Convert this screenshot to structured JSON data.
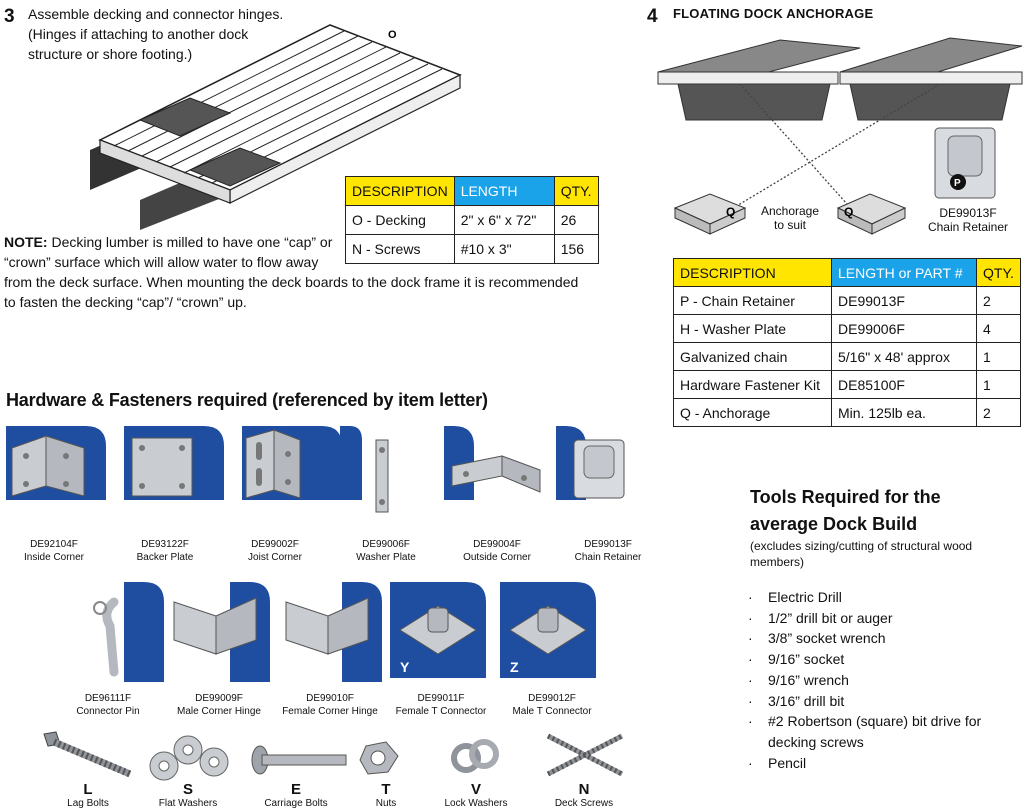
{
  "step3": {
    "number": "3",
    "text_lines": [
      "Assemble decking and connector hinges.",
      "(Hinges if attaching to another dock",
      "structure or shore footing.)"
    ],
    "callout": "O",
    "table": {
      "headers": [
        "DESCRIPTION",
        "LENGTH",
        "QTY."
      ],
      "rows": [
        [
          "O - Decking",
          "2\" x 6\" x 72\"",
          "26"
        ],
        [
          "N - Screws",
          "#10 x 3\"",
          "156"
        ]
      ]
    },
    "note": {
      "label": "NOTE:",
      "line1": "Decking lumber is milled to have one “cap” or",
      "line2": "“crown” surface which will allow water to flow away",
      "line3": "from the deck surface. When mounting the deck boards to the dock frame it is recommended",
      "line4": "to fasten the decking “cap”/ “crown” up."
    }
  },
  "step4": {
    "number": "4",
    "title": "FLOATING DOCK ANCHORAGE",
    "anchorage_label": [
      "Anchorage",
      "to suit"
    ],
    "retainer_label": [
      "DE99013F",
      "Chain Retainer"
    ],
    "callout_p": "P",
    "callout_q": "Q",
    "table": {
      "headers": [
        "DESCRIPTION",
        "LENGTH or PART #",
        "QTY."
      ],
      "rows": [
        [
          "P - Chain Retainer",
          "DE99013F",
          "2"
        ],
        [
          "H - Washer Plate",
          "DE99006F",
          "4"
        ],
        [
          "Galvanized chain",
          "5/16\" x 48' approx",
          "1"
        ],
        [
          "Hardware Fastener Kit",
          "DE85100F",
          "1"
        ],
        [
          "Q - Anchorage",
          "Min. 125lb ea.",
          "2"
        ]
      ]
    }
  },
  "hardware": {
    "title": "Hardware & Fasteners required (referenced by item letter)",
    "row1": [
      {
        "code": "DE92104F",
        "name": "Inside Corner"
      },
      {
        "code": "DE93122F",
        "name": "Backer Plate"
      },
      {
        "code": "DE99002F",
        "name": "Joist Corner"
      },
      {
        "code": "DE99006F",
        "name": "Washer Plate"
      },
      {
        "code": "DE99004F",
        "name": "Outside Corner"
      },
      {
        "code": "DE99013F",
        "name": "Chain Retainer"
      }
    ],
    "row2": [
      {
        "code": "DE96111F",
        "name": "Connector Pin",
        "letter": ""
      },
      {
        "code": "DE99009F",
        "name": "Male Corner Hinge",
        "letter": ""
      },
      {
        "code": "DE99010F",
        "name": "Female Corner Hinge",
        "letter": ""
      },
      {
        "code": "DE99011F",
        "name": "Female T Connector",
        "letter": "Y"
      },
      {
        "code": "DE99012F",
        "name": "Male T Connector",
        "letter": "Z"
      }
    ],
    "fasteners": [
      {
        "letter": "L",
        "name": "Lag Bolts"
      },
      {
        "letter": "S",
        "name": "Flat Washers"
      },
      {
        "letter": "E",
        "name": "Carriage Bolts"
      },
      {
        "letter": "T",
        "name": "Nuts"
      },
      {
        "letter": "V",
        "name": "Lock Washers"
      },
      {
        "letter": "N",
        "name": "Deck Screws"
      }
    ]
  },
  "tools": {
    "title_line1": "Tools Required for the",
    "title_line2": "average Dock Build",
    "note": "(excludes sizing/cutting of structural wood members)",
    "items": [
      "Electric Drill",
      "1/2” drill bit or auger",
      "3/8” socket wrench",
      "9/16” socket",
      "9/16” wrench",
      "3/16” drill bit",
      "#2 Robertson (square) bit drive for decking screws",
      "Pencil"
    ]
  },
  "colors": {
    "blue": "#1f4ea1",
    "yellow": "#ffe500",
    "header_blue": "#1aa3e8",
    "steel": "#b8bcc2"
  }
}
